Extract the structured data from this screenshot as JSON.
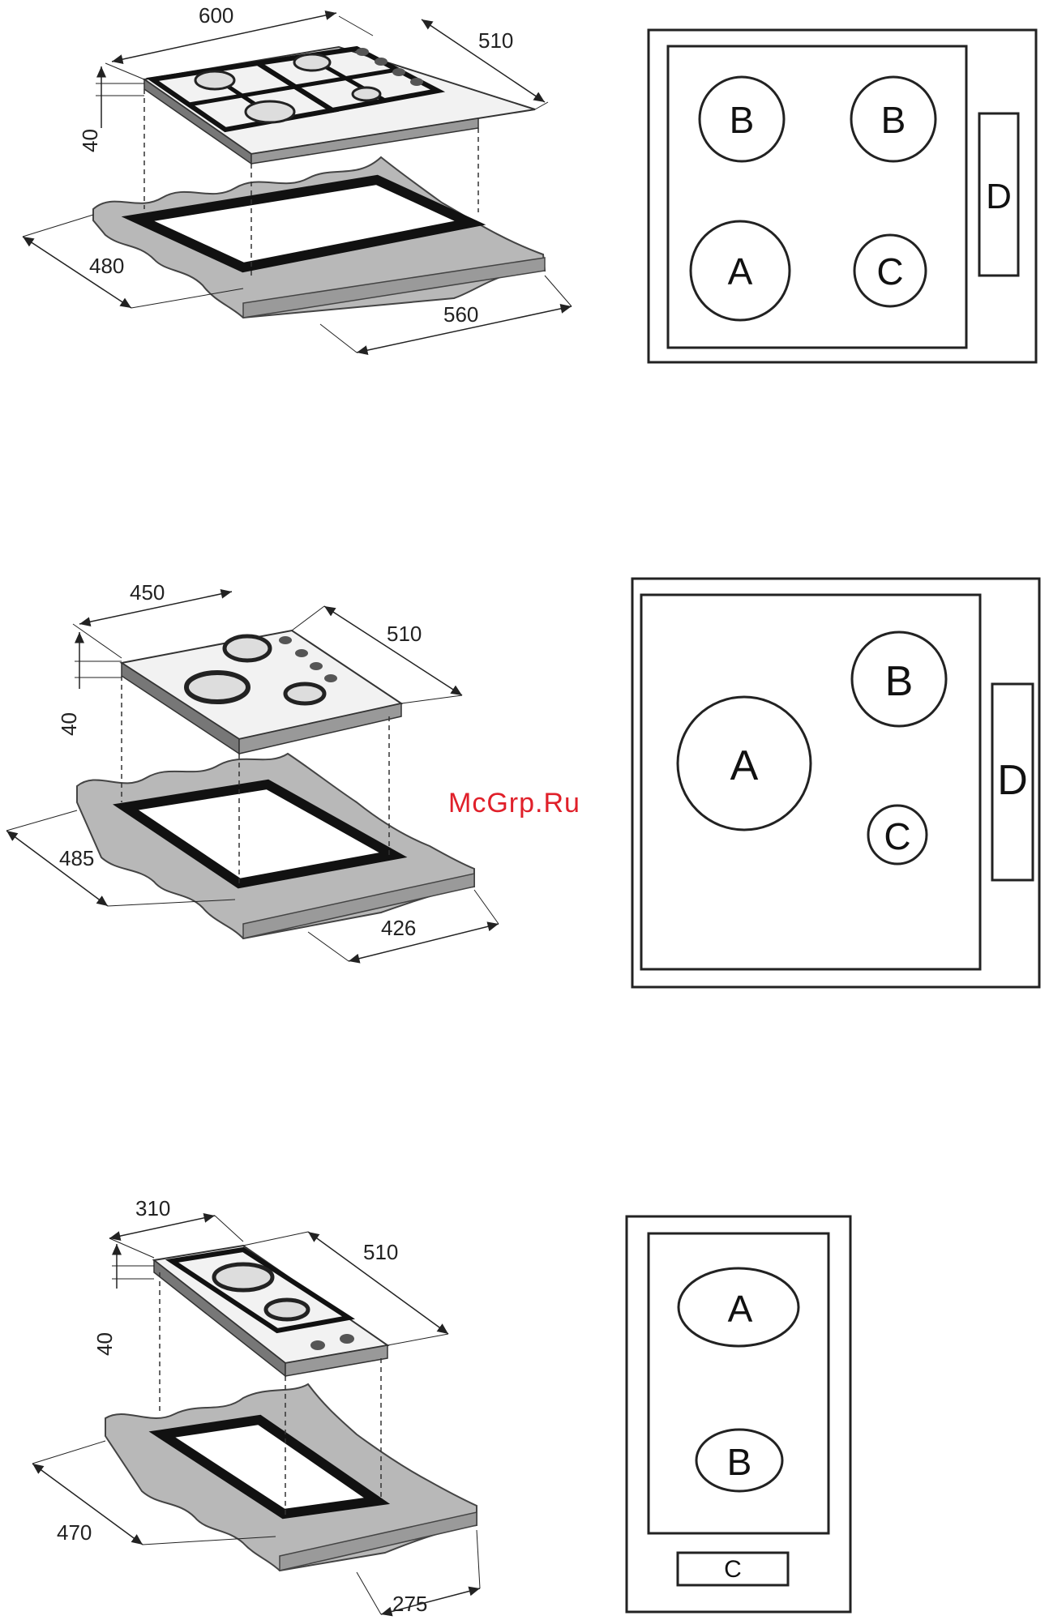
{
  "watermark": "McGrp.Ru",
  "accent_color": "#e0202a",
  "rows": [
    {
      "dims": {
        "width": "600",
        "depth": "510",
        "height": "40",
        "cut_depth": "480",
        "cut_width": "560"
      },
      "burners": [
        "B",
        "B",
        "A",
        "C"
      ],
      "controls": "D"
    },
    {
      "dims": {
        "width": "450",
        "depth": "510",
        "height": "40",
        "cut_depth": "485",
        "cut_width": "426"
      },
      "burners": [
        "B",
        "A",
        "C"
      ],
      "controls": "D"
    },
    {
      "dims": {
        "width": "310",
        "depth": "510",
        "height": "40",
        "cut_depth": "470",
        "cut_width": "275"
      },
      "burners": [
        "A",
        "B"
      ],
      "controls": "C"
    }
  ]
}
